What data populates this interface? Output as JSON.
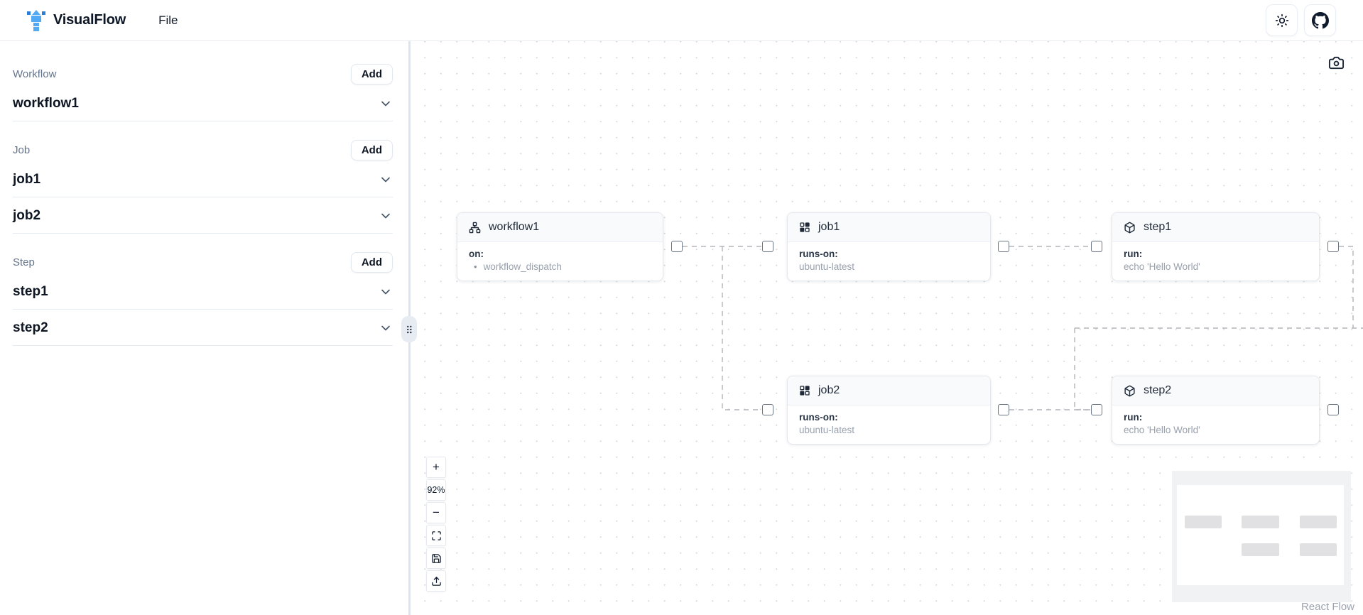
{
  "header": {
    "app_name": "VisualFlow",
    "file_menu": "File",
    "theme_button_icon": "sun-icon",
    "github_button_icon": "github-icon"
  },
  "sidebar": {
    "sections": [
      {
        "label": "Workflow",
        "add_label": "Add",
        "items": [
          {
            "name": "workflow1"
          }
        ]
      },
      {
        "label": "Job",
        "add_label": "Add",
        "items": [
          {
            "name": "job1"
          },
          {
            "name": "job2"
          }
        ]
      },
      {
        "label": "Step",
        "add_label": "Add",
        "items": [
          {
            "name": "step1"
          },
          {
            "name": "step2"
          }
        ]
      }
    ]
  },
  "canvas": {
    "nodes": [
      {
        "title": "workflow1",
        "icon": "workflow-network-icon",
        "field_label": "on:",
        "field_value": "workflow_dispatch",
        "list_bullet": "•"
      },
      {
        "title": "job1",
        "icon": "job-grid-icon",
        "field_label": "runs-on:",
        "field_value": "ubuntu-latest"
      },
      {
        "title": "step1",
        "icon": "step-box-icon",
        "field_label": "run:",
        "field_value": "echo 'Hello World'"
      },
      {
        "title": "job2",
        "icon": "job-grid-icon",
        "field_label": "runs-on:",
        "field_value": "ubuntu-latest"
      },
      {
        "title": "step2",
        "icon": "step-box-icon",
        "field_label": "run:",
        "field_value": "echo 'Hello World'"
      }
    ],
    "controls": {
      "zoom_in": "+",
      "zoom_level": "92%",
      "zoom_out": "−",
      "fit_view_icon": "fit-view-icon",
      "save_icon": "save-icon",
      "upload_icon": "upload-icon"
    },
    "screenshot_icon": "camera-icon",
    "attribution": "React Flow",
    "colors": {
      "accent_blue": "#4aa3f0",
      "edge_dash": "#b4b4ba",
      "node_header_bg": "#f8fafc"
    }
  }
}
